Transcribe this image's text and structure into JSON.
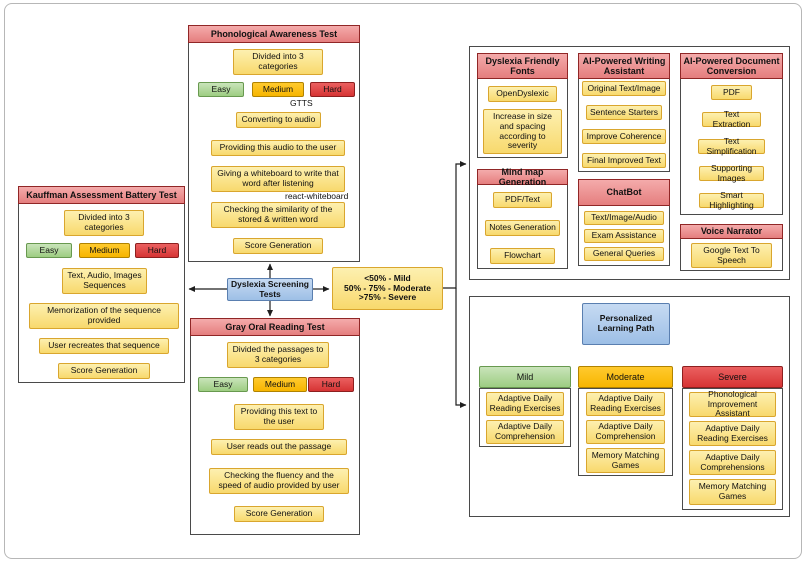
{
  "phonological": {
    "title": "Phonological Awareness Test",
    "divided": "Divided into 3 categories",
    "levels": [
      "Easy",
      "Medium",
      "Hard"
    ],
    "gtts_label": "GTTS",
    "converting": "Converting to audio",
    "providing": "Providing this audio to the user",
    "whiteboard": "Giving a whiteboard to write that word after listening",
    "react_label": "react-whiteboard",
    "checking": "Checking the similarity of the stored & written word",
    "score": "Score Generation"
  },
  "kauffman": {
    "title": "Kauffman Assessment Battery Test",
    "divided": "Divided into 3 categories",
    "levels": [
      "Easy",
      "Medium",
      "Hard"
    ],
    "sequences": "Text, Audio, Images Sequences",
    "memorization": "Memorization of the sequence provided",
    "recreates": "User recreates that sequence",
    "score": "Score Generation"
  },
  "gray_oral": {
    "title": "Gray Oral Reading Test",
    "divided": "Divided the passages to 3 categories",
    "levels": [
      "Easy",
      "Medium",
      "Hard"
    ],
    "providing": "Providing this text to the user",
    "reads": "User reads out the passage",
    "fluency": "Checking the fluency and the speed of audio provided by user",
    "score": "Score Generation"
  },
  "center": {
    "label": "Dyslexia Screening Tests"
  },
  "severity_legend": "<50% - Mild\n50% - 75% - Moderate\n>75% - Severe",
  "fonts": {
    "title": "Dyslexia Friendly Fonts",
    "items": [
      "OpenDyslexic",
      "Increase in size and spacing according to severity"
    ]
  },
  "mindmap": {
    "title": "Mind map Generation",
    "items": [
      "PDF/Text",
      "Notes Generation",
      "Flowchart"
    ]
  },
  "writing": {
    "title": "AI-Powered Writing Assistant",
    "items": [
      "Original Text/Image",
      "Sentence Starters",
      "Improve Coherence",
      "Final Improved Text"
    ]
  },
  "chatbot": {
    "title": "ChatBot",
    "items": [
      "Text/Image/Audio",
      "Exam Assistance",
      "General Queries"
    ]
  },
  "docconv": {
    "title": "AI-Powered Document Conversion",
    "items": [
      "PDF",
      "Text Extraction",
      "Text Simplification",
      "Supporting Images",
      "Smart Highlighting"
    ]
  },
  "voice": {
    "title": "Voice Narrator",
    "items": [
      "Google Text To Speech"
    ]
  },
  "plp": {
    "title": "Personalized Learning Path",
    "mild": {
      "label": "Mild",
      "items": [
        "Adaptive Daily Reading Exercises",
        "Adaptive Daily Comprehension"
      ]
    },
    "moderate": {
      "label": "Moderate",
      "items": [
        "Adaptive Daily Reading Exercises",
        "Adaptive Daily Comprehension",
        "Memory Matching Games"
      ]
    },
    "severe": {
      "label": "Severe",
      "items": [
        "Phonological Improvement Assistant",
        "Adaptive Daily Reading Exercises",
        "Adaptive Daily Comprehensions",
        "Memory Matching Games"
      ]
    }
  },
  "colors": {
    "node_yellow": "#f8d96d",
    "level_green": "#9dcd82",
    "level_orange": "#ffc000",
    "level_red": "#d63434",
    "header_red": "#e57e7e",
    "center_blue": "#9dbfe6"
  }
}
